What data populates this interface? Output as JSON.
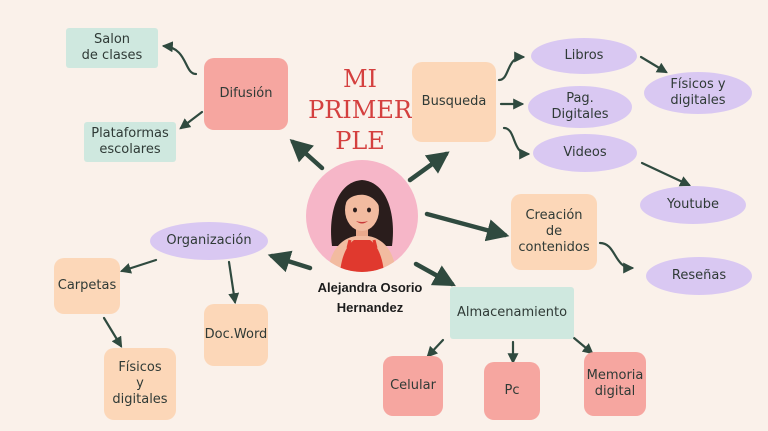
{
  "title": {
    "line1": "MI",
    "line2": "PRIMER",
    "line3": "PLE"
  },
  "author": {
    "first": "Alejandra Osorio",
    "last": "Hernandez"
  },
  "nodes": {
    "difusion": "Difusión",
    "salon": [
      "Salon",
      "de clases"
    ],
    "plataformas": [
      "Plataformas",
      "escolares"
    ],
    "busqueda": "Busqueda",
    "libros": "Libros",
    "pag": [
      "Pag.",
      "Digitales"
    ],
    "videos": "Videos",
    "fisicos_digitales_top": [
      "Físicos y",
      "digitales"
    ],
    "youtube": "Youtube",
    "creacion": [
      "Creación",
      "de",
      "contenidos"
    ],
    "resenas": "Reseñas",
    "organizacion": "Organización",
    "carpetas": "Carpetas",
    "docword": "Doc.Word",
    "fisicos_bottom": [
      "Físicos",
      "y",
      "digitales"
    ],
    "almacenamiento": "Almacenamiento",
    "celular": "Celular",
    "pc": "Pc",
    "memoria": [
      "Memoria",
      "digital"
    ]
  },
  "colors": {
    "mint": "#cfe8df",
    "peach": "#fcd7b8",
    "coral": "#f6a6a0",
    "lavender": "#d9c8f2",
    "title": "#d4403f",
    "arrows": "#2f4a3f",
    "avatar_bg": "#f6b6c8"
  }
}
